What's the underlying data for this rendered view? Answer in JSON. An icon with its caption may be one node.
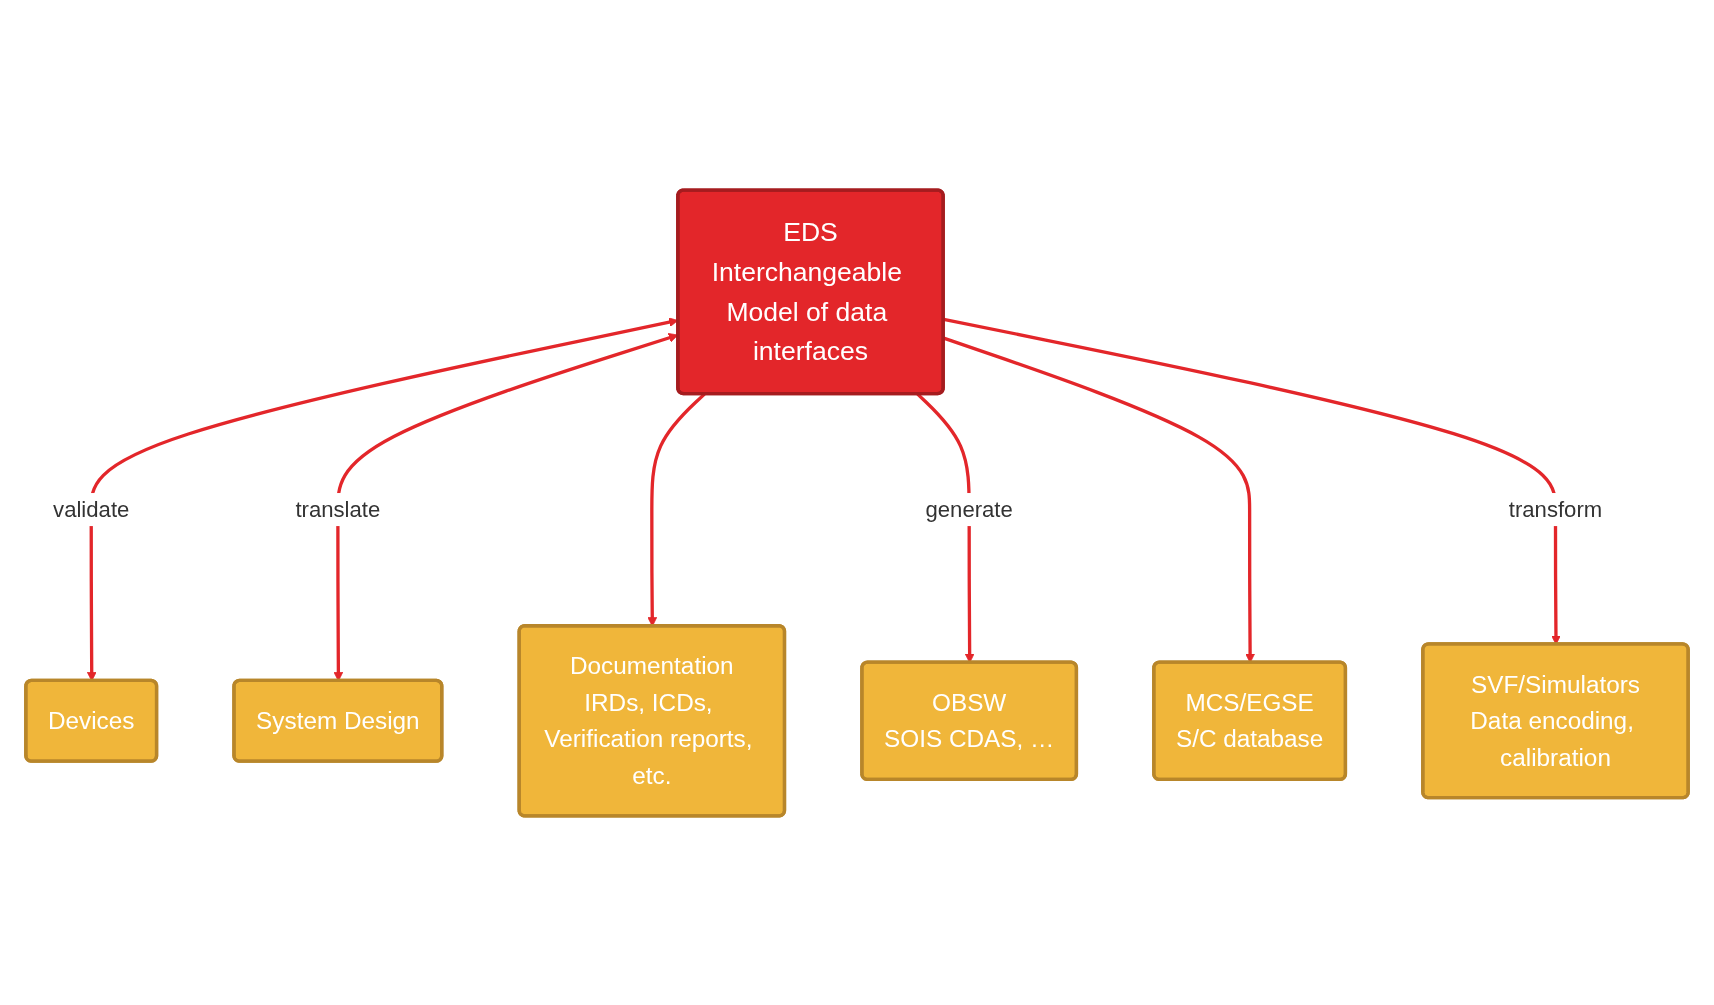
{
  "diagram": {
    "nodes": [
      {
        "text": [
          "Devices"
        ]
      },
      {
        "text": [
          "Documentation",
          "IRDs, ICDs, Verification reports, etc."
        ]
      },
      {
        "text": [
          "System Design"
        ]
      },
      {
        "text": [
          "EDS",
          "Interchangeable Model of data interfaces"
        ]
      },
      {
        "text": [
          "OBSW",
          "SOIS CDAS, …"
        ]
      },
      {
        "text": [
          "MCS/EGSE",
          "S/C database"
        ]
      },
      {
        "text": [
          "SVF/Simulators",
          "Data encoding, calibration"
        ]
      }
    ],
    "edges": [
      {
        "from": 3,
        "to": 0,
        "arrow": "both",
        "label": "validate"
      },
      {
        "from": 3,
        "to": 2,
        "arrow": "both",
        "label": "translate"
      },
      {
        "from": 3,
        "to": 1,
        "arrow": "to"
      },
      {
        "from": 3,
        "to": 4,
        "arrow": "to",
        "label": "generate"
      },
      {
        "from": 3,
        "to": 5,
        "arrow": "to"
      },
      {
        "from": 3,
        "to": 6,
        "arrow": "to",
        "label": "transform"
      }
    ]
  }
}
